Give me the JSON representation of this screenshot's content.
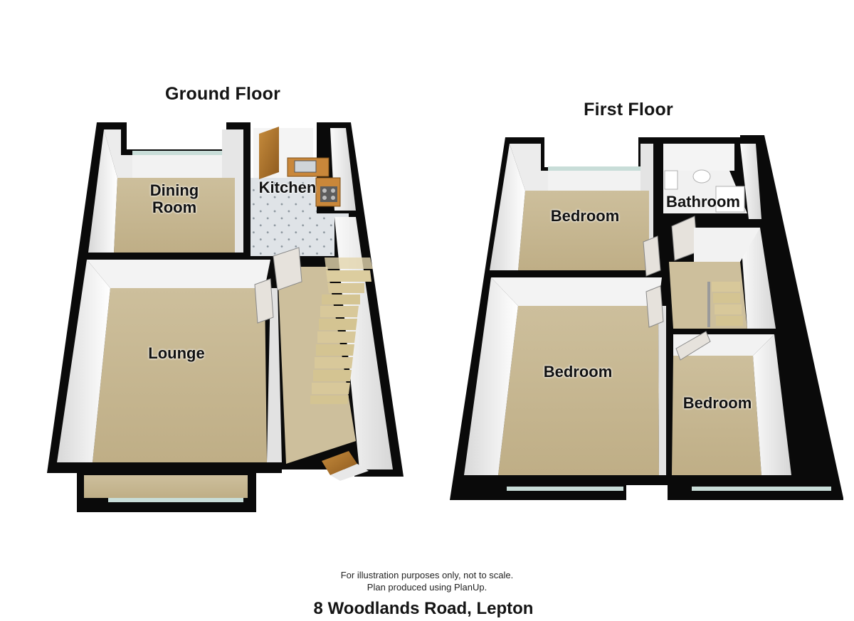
{
  "floors": [
    {
      "title": "Ground Floor",
      "rooms": [
        {
          "name": "Dining Room",
          "lines": [
            "Dining",
            "Room"
          ]
        },
        {
          "name": "Kitchen",
          "lines": [
            "Kitchen"
          ]
        },
        {
          "name": "Lounge",
          "lines": [
            "Lounge"
          ]
        }
      ]
    },
    {
      "title": "First Floor",
      "rooms": [
        {
          "name": "Bedroom",
          "lines": [
            "Bedroom"
          ]
        },
        {
          "name": "Bathroom",
          "lines": [
            "Bathroom"
          ]
        },
        {
          "name": "Bedroom",
          "lines": [
            "Bedroom"
          ]
        },
        {
          "name": "Bedroom",
          "lines": [
            "Bedroom"
          ]
        }
      ]
    }
  ],
  "footer": {
    "disclaimer_line1": "For illustration purposes only, not to scale.",
    "disclaimer_line2": "Plan produced using PlanUp.",
    "address": "8 Woodlands Road, Lepton"
  },
  "colors": {
    "wall": "#0a0a0a",
    "wall_face": "#f4f4f4",
    "carpet": "#c4b490",
    "kitchen_floor": "#d9dee3",
    "stairs": "#d8c89a",
    "door": "#e6e2dc",
    "window": "#c8ddd8"
  }
}
